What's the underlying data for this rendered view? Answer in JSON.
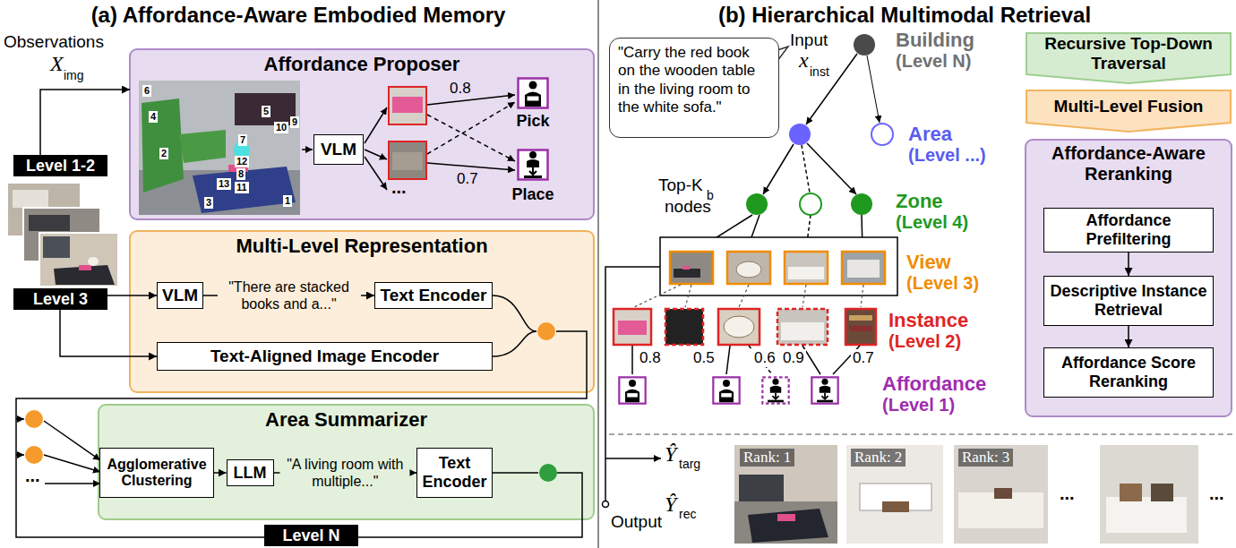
{
  "diagram": {
    "nodes": [
      {
        "text": [
          "Affordance Proposer"
        ]
      },
      {
        "text": [
          "VLM"
        ],
        "in": 0
      },
      {
        "text": [
          "Pick"
        ],
        "in": 0
      },
      {
        "text": [
          "Place"
        ],
        "in": 0
      },
      {
        "text": [
          "Multi-Level Representation"
        ]
      },
      {
        "text": [
          "VLM"
        ],
        "in": 4
      },
      {
        "text": [
          "Text Encoder"
        ],
        "in": 4
      },
      {
        "text": [
          "Text-Aligned Image Encoder"
        ],
        "in": 4
      },
      {
        "text": [
          "Area Summarizer"
        ]
      },
      {
        "text": [
          "Agglomerative Clustering"
        ],
        "in": 8
      },
      {
        "text": [
          "LLM"
        ],
        "in": 8
      },
      {
        "text": [
          "Text Encoder"
        ],
        "in": 8
      },
      {
        "text": [
          "Level 1-2"
        ]
      },
      {
        "text": [
          "Level 3"
        ]
      },
      {
        "text": [
          "Level N"
        ]
      },
      {
        "text": [
          "\"Carry the red book on the wooden table in the living room to the white sofa.\""
        ]
      },
      {
        "text": [
          "Recursive Top-Down Traversal"
        ]
      },
      {
        "text": [
          "Multi-Level Fusion"
        ]
      },
      {
        "text": [
          "Affordance-Aware Reranking"
        ]
      },
      {
        "text": [
          "Affordance Prefiltering"
        ],
        "in": 18
      },
      {
        "text": [
          "Descriptive Instance Retrieval"
        ],
        "in": 18
      },
      {
        "text": [
          "Affordance Score Reranking"
        ],
        "in": 18
      }
    ],
    "edges": [
      {
        "from": 12,
        "to": 0,
        "arrow": "to"
      },
      {
        "from": 13,
        "to": 5,
        "arrow": "to"
      },
      {
        "from": 13,
        "to": 7,
        "arrow": "to"
      },
      {
        "from": 5,
        "to": 6,
        "arrow": "to",
        "label": "\"There are stacked books and a...\""
      },
      {
        "from": 9,
        "to": 10,
        "arrow": "to"
      },
      {
        "from": 10,
        "to": 11,
        "arrow": "to",
        "label": "\"A living room with multiple...\""
      },
      {
        "from": 19,
        "to": 20,
        "arrow": "to"
      },
      {
        "from": 20,
        "to": 21,
        "arrow": "to"
      }
    ],
    "labels": [
      "(a) Affordance-Aware Embodied Memory",
      "(b) Hierarchical Multimodal Retrieval",
      "Observations",
      "X",
      "img",
      "6",
      "4",
      "2",
      "5",
      "10",
      "9",
      "7",
      "12",
      "8",
      "13",
      "11",
      "3",
      "1",
      "0.8",
      "0.7",
      "...",
      "...",
      "Input",
      "x",
      "inst",
      "Building",
      "(Level N)",
      "Area",
      "(Level ...)",
      "Zone",
      "(Level 4)",
      "View",
      "(Level 3)",
      "Instance",
      "(Level 2)",
      "Affordance",
      "(Level 1)",
      "Top-K",
      "b",
      "nodes",
      "0.8",
      "0.5",
      "0.6",
      "0.9",
      "0.7",
      "Output",
      "Ŷ",
      "targ",
      "Ŷ",
      "rec",
      "Rank: 1",
      "Rank: 2",
      "Rank: 3",
      "...",
      "..."
    ]
  }
}
